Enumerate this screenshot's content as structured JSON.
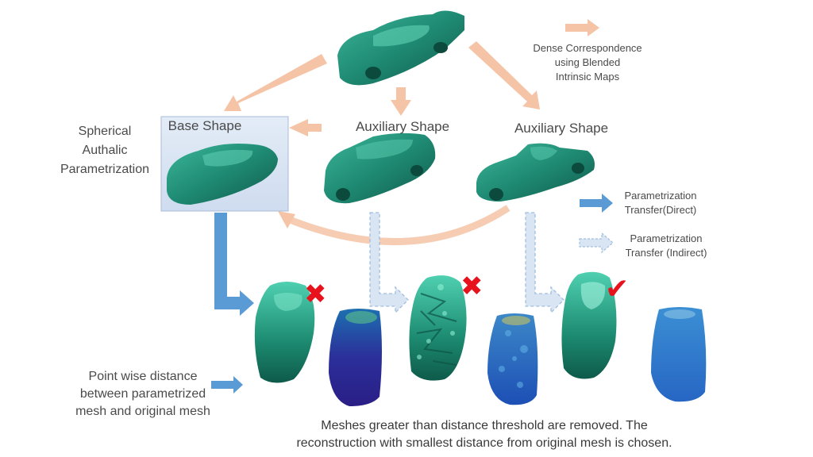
{
  "legend": {
    "dense_correspondence": "Dense Correspondence using Blended Intrinsic Maps",
    "dense_lines": [
      "Dense Correspondence",
      "using Blended",
      "Intrinsic Maps"
    ],
    "transfer_direct_lines": [
      "Parametrization",
      "Transfer(Direct)"
    ],
    "transfer_indirect_lines": [
      "Parametrization",
      "Transfer (Indirect)"
    ]
  },
  "shapes": {
    "base": "Base Shape",
    "aux1": "Auxiliary Shape",
    "aux2": "Auxiliary Shape"
  },
  "spherical_lines": [
    "Spherical",
    "Authalic",
    "Parametrization"
  ],
  "pointwise_lines": [
    "Point wise distance",
    "between parametrized",
    "mesh and original mesh"
  ],
  "caption_lines": [
    "Meshes greater than distance threshold are removed. The",
    "reconstruction with smallest distance from original mesh is chosen."
  ],
  "results": [
    {
      "status": "rejected",
      "symbol": "✖"
    },
    {
      "status": "rejected",
      "symbol": "✖"
    },
    {
      "status": "chosen",
      "symbol": "✔"
    }
  ],
  "colors": {
    "peach_arrow": "#f5c4a6",
    "direct_arrow": "#5b9bd5",
    "indirect_arrow": "#c5d9ee",
    "mesh_teal": "#1f8a73",
    "cross_red": "#e8121c",
    "base_box": "#d6e3f3"
  }
}
